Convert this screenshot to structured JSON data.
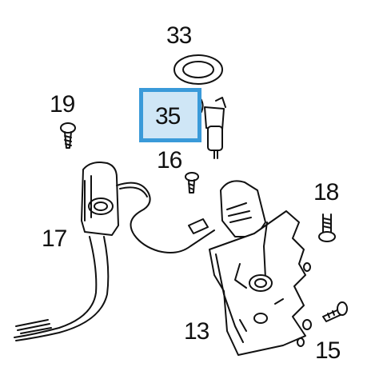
{
  "diagram": {
    "highlight_color": "#3a9ad9",
    "highlight_fill": "#cfe6f6",
    "line_color": "#111111",
    "callouts": {
      "c33": "33",
      "c35": "35",
      "c19": "19",
      "c16": "16",
      "c18": "18",
      "c17": "17",
      "c13": "13",
      "c15": "15"
    }
  }
}
